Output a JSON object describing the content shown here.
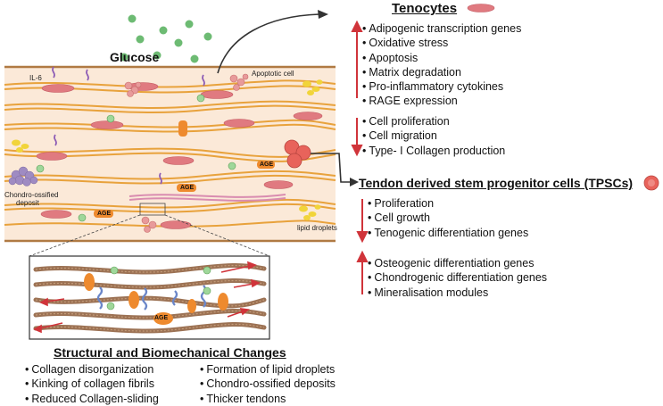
{
  "colors": {
    "tissue": "#fbe9d8",
    "tissue_border": "#b07a43",
    "fiber": "#e8a23c",
    "fiber_dark": "#c77b1c",
    "cell": "#e07a80",
    "apoptotic": "#e89a9a",
    "glucose": "#6dbb73",
    "arrow_red": "#d0343a",
    "age_orange": "#ee8a2e",
    "chondro": "#9f8bc2",
    "lipid": "#f1d43a",
    "il6": "#8c5bb5",
    "stem_cell": "#e8635b"
  },
  "icons": [
    "glucose-dots",
    "tenocyte-cell-icon",
    "stem-cell-icon",
    "collagen-fibril",
    "age-marker",
    "lipid-droplets",
    "chondro-deposit",
    "il6-cytokine-icon"
  ],
  "tissue_labels": {
    "glucose": "Glucose",
    "il6": "IL-6",
    "apoptotic": "Apoptotic cell",
    "chondro_line1": "Chondro-ossified",
    "chondro_line2": "deposit",
    "lipid": "lipid droplets",
    "age": "AGE"
  },
  "tenocytes": {
    "title": "Tenocytes",
    "up_items": [
      "Adipogenic transcription genes",
      "Oxidative stress",
      "Apoptosis",
      "Matrix degradation",
      "Pro-inflammatory cytokines",
      "RAGE expression"
    ],
    "down_items": [
      "Cell proliferation",
      "Cell migration",
      "Type- I Collagen production"
    ]
  },
  "tpsc": {
    "title": "Tendon derived stem progenitor cells (TPSCs)",
    "down_items": [
      "Proliferation",
      "Cell growth",
      "Tenogenic differentiation genes"
    ],
    "up_items": [
      "Osteogenic differentiation genes",
      "Chondrogenic differentiation genes",
      "Mineralisation modules"
    ]
  },
  "structural": {
    "title": "Structural and Biomechanical Changes",
    "col1": [
      "Collagen disorganization",
      "Kinking of collagen fibrils",
      "Reduced Collagen-sliding"
    ],
    "col2": [
      "Formation of lipid droplets",
      "Chondro-ossified deposits",
      "Thicker  tendons"
    ]
  }
}
